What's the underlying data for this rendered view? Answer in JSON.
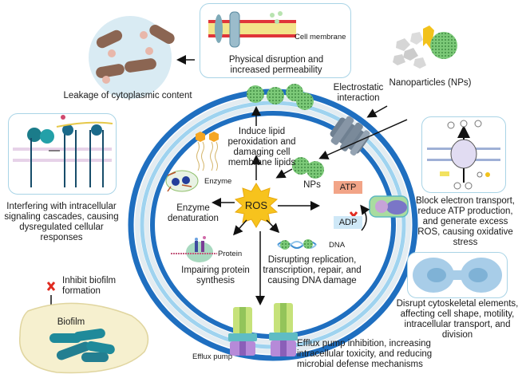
{
  "title": "Antimicrobial mechanisms of nanoparticles (NPs)",
  "colors": {
    "ring_dark": "#1f6fc0",
    "ring_light": "#9fd3ef",
    "ring_pale": "#e3ecf1",
    "ros_star": "#f7c31d",
    "panel_border": "#a9d4e6",
    "np_green": "#6fc26b",
    "block_x": "#e02b20",
    "atp_fill": "#f2a487",
    "adp_fill": "#cfe8f7"
  },
  "center": {
    "ros_label": "ROS"
  },
  "top": {
    "membrane_panel_label": "Cell membrane",
    "membrane_caption": "Physical disruption and increased permeability",
    "leakage_caption": "Leakage of cytoplasmic content",
    "nanoparticles_label": "Nanoparticles (NPs)",
    "electrostatic_label": "Electrostatic interaction"
  },
  "inner": {
    "lipid_caption": "Induce lipid peroxidation and damaging cell membrane lipids",
    "nps_label": "NPs",
    "enzyme_label": "Enzyme",
    "enzyme_caption": "Enzyme denaturation",
    "protein_label": "Protein",
    "protein_caption": "Impairing protein synthesis",
    "dna_label": "DNA",
    "dna_caption": "Disrupting replication, transcription, repair, and causing DNA damage",
    "atp_label": "ATP",
    "adp_label": "ADP"
  },
  "left": {
    "signaling_caption": "Interfering with intracellular signaling cascades, causing dysregulated cellular responses",
    "biofilm_inhibit_label": "Inhibit biofilm formation",
    "biofilm_label": "Biofilm"
  },
  "right": {
    "electron_caption": "Block electron transport, reduce ATP production, and generate excess ROS, causing oxidative stress",
    "cytoskeleton_caption": "Disrupt cytoskeletal elements, affecting cell shape, motility, intracellular transport, and division"
  },
  "bottom": {
    "efflux_label": "Efflux pump",
    "efflux_caption": "Efflux pump inhibition, increasing intracellular toxicity, and reducing microbial defense mechanisms"
  }
}
